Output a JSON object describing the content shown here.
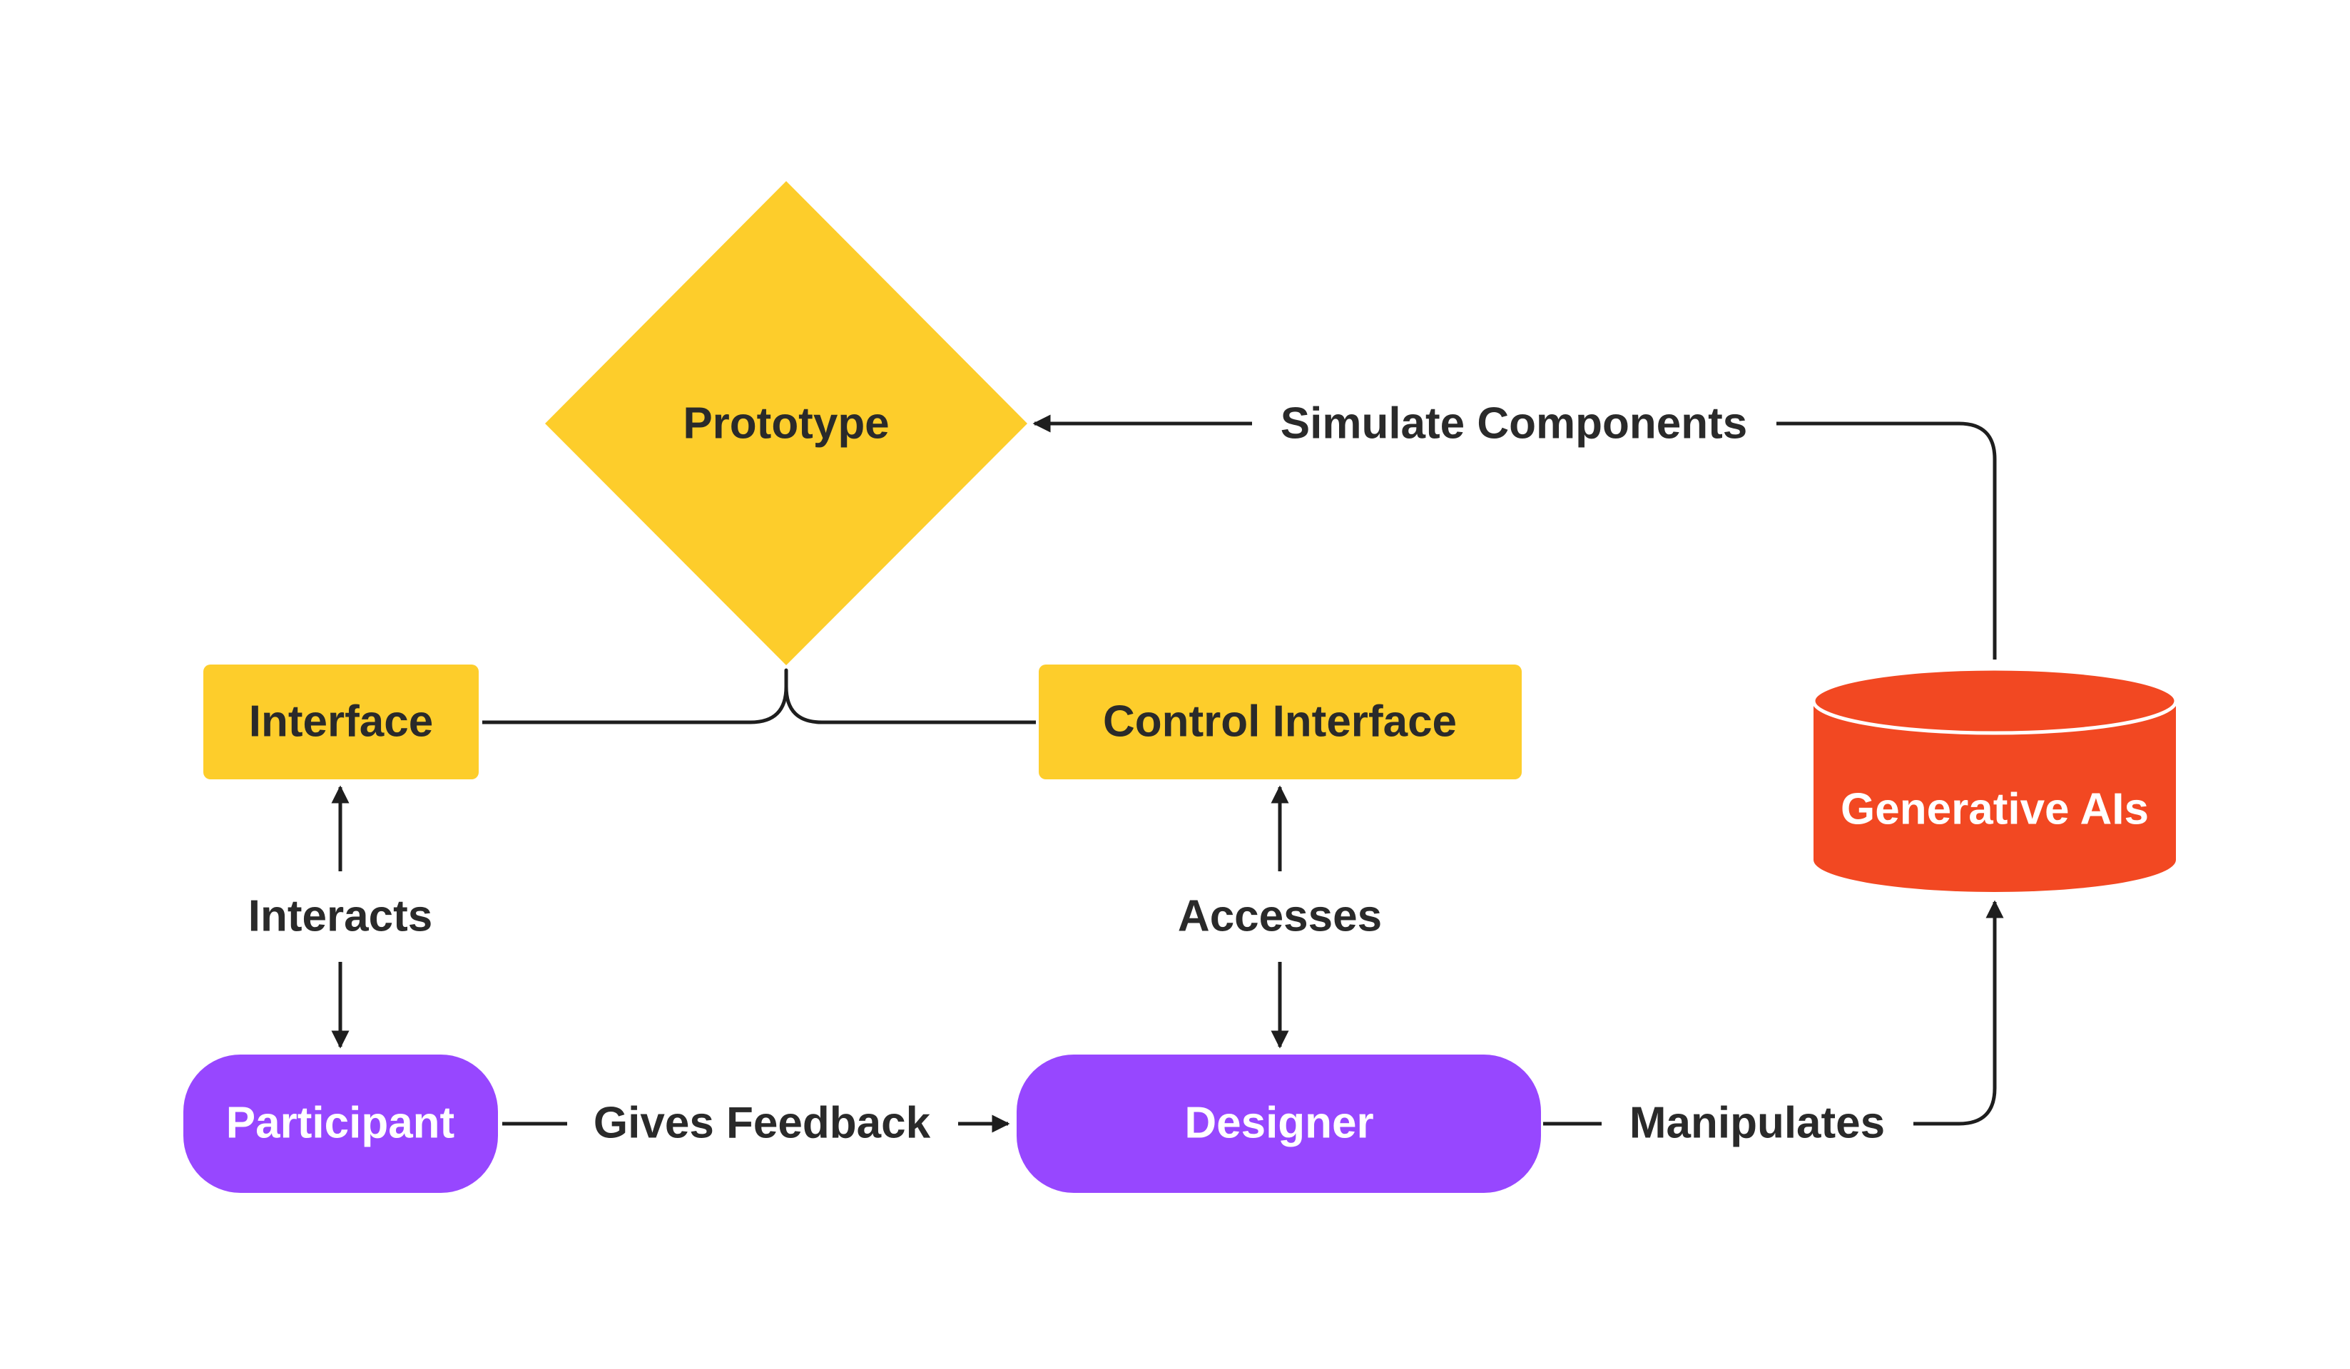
{
  "colors": {
    "background": "#ffffff",
    "yellow": "#FDCD2B",
    "purple": "#9747FF",
    "red": "#F24822",
    "dark_text": "#2a2a2a",
    "line": "#1e1e1e",
    "white_text": "#ffffff"
  },
  "nodes": {
    "prototype": {
      "label": "Prototype",
      "shape": "diamond"
    },
    "interface": {
      "label": "Interface",
      "shape": "rectangle"
    },
    "control_interface": {
      "label": "Control Interface",
      "shape": "rectangle"
    },
    "generative_ais": {
      "label": "Generative AIs",
      "shape": "cylinder"
    },
    "participant": {
      "label": "Participant",
      "shape": "pill"
    },
    "designer": {
      "label": "Designer",
      "shape": "pill"
    }
  },
  "edges": {
    "simulate_components": {
      "label": "Simulate Components",
      "from": "Generative AIs",
      "to": "Prototype"
    },
    "interacts": {
      "label": "Interacts",
      "from": "Participant",
      "to": "Interface",
      "bidirectional": true
    },
    "accesses": {
      "label": "Accesses",
      "from": "Designer",
      "to": "Control Interface",
      "bidirectional": true
    },
    "gives_feedback": {
      "label": "Gives Feedback",
      "from": "Participant",
      "to": "Designer"
    },
    "manipulates": {
      "label": "Manipulates",
      "from": "Designer",
      "to": "Generative AIs"
    }
  }
}
